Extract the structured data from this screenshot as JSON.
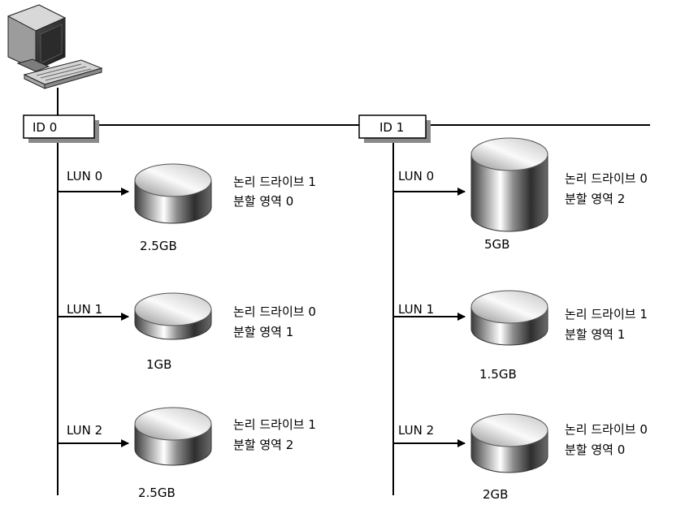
{
  "targets": [
    {
      "id_label": "ID 0",
      "luns": [
        {
          "lun": "LUN 0",
          "drive": "논리 드라이브 1",
          "partition": "분할 영역 0",
          "size": "2.5GB"
        },
        {
          "lun": "LUN 1",
          "drive": "논리 드라이브 0",
          "partition": "분할 영역 1",
          "size": "1GB"
        },
        {
          "lun": "LUN 2",
          "drive": "논리 드라이브 1",
          "partition": "분할 영역 2",
          "size": "2.5GB"
        }
      ]
    },
    {
      "id_label": "ID 1",
      "luns": [
        {
          "lun": "LUN 0",
          "drive": "논리 드라이브 0",
          "partition": "분할 영역 2",
          "size": "5GB"
        },
        {
          "lun": "LUN 1",
          "drive": "논리 드라이브 1",
          "partition": "분할 영역 1",
          "size": "1.5GB"
        },
        {
          "lun": "LUN 2",
          "drive": "논리 드라이브 0",
          "partition": "분할 영역 0",
          "size": "2GB"
        }
      ]
    }
  ]
}
